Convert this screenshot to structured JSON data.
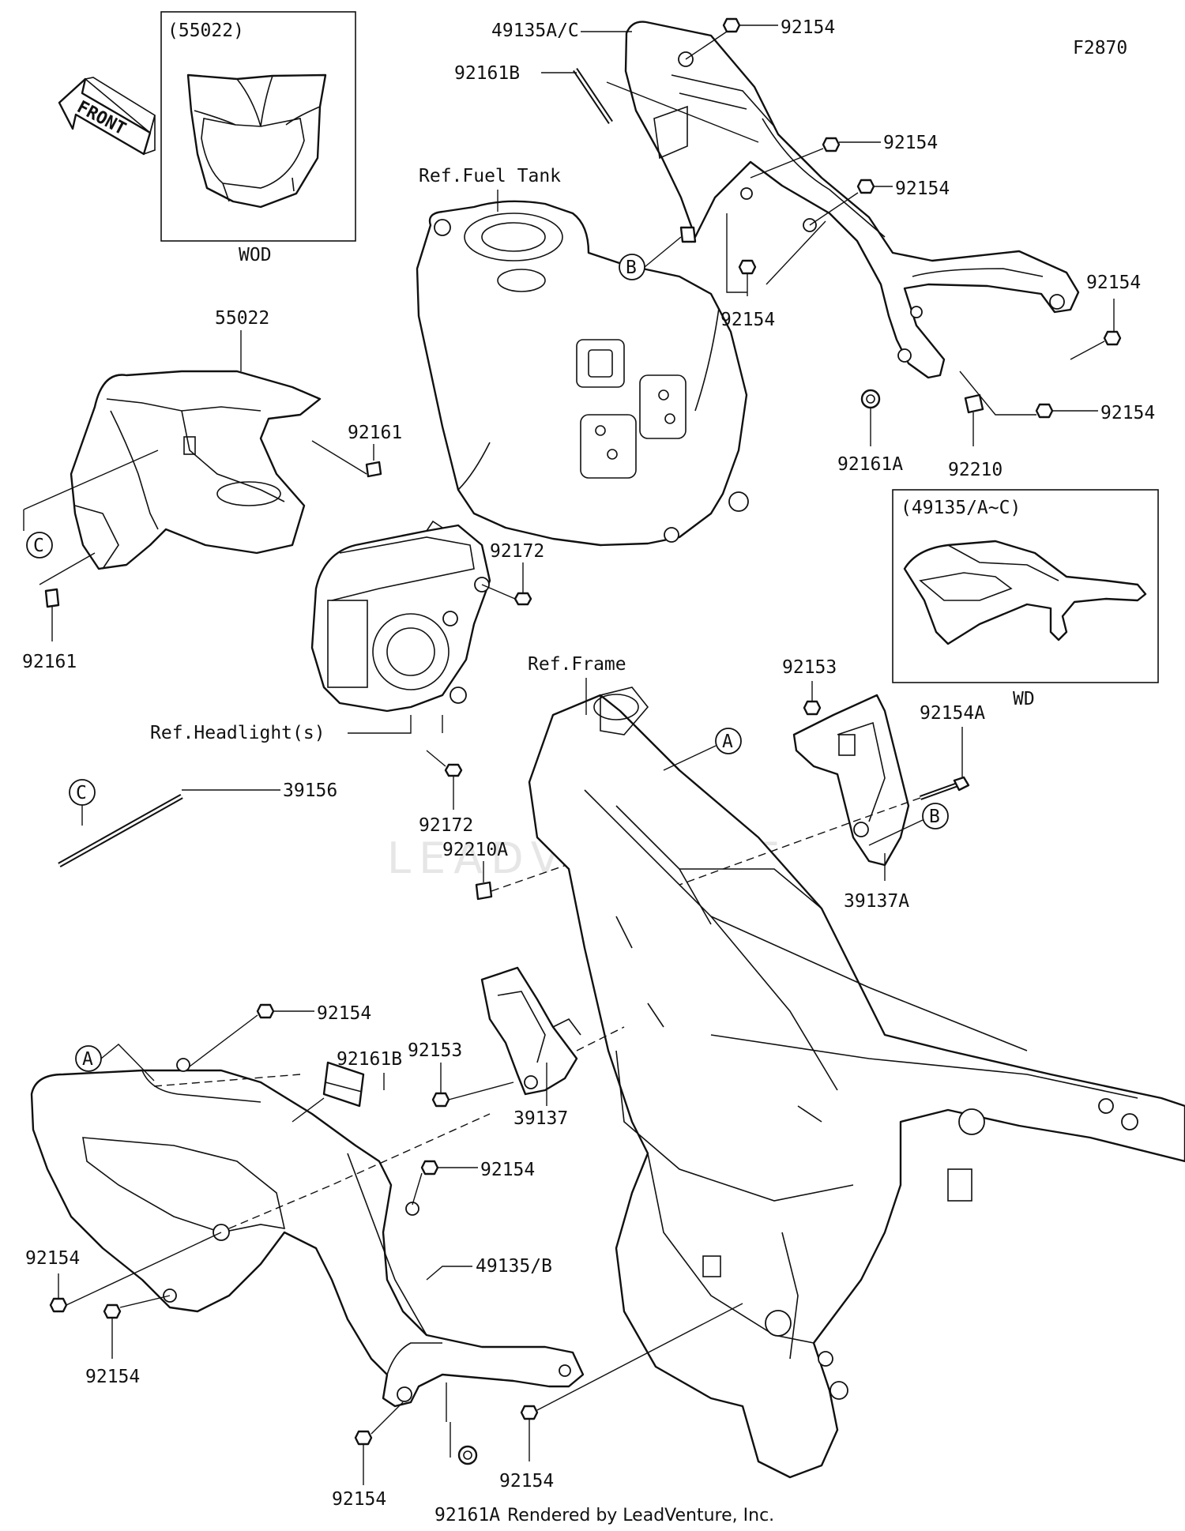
{
  "figure_code": "F2870",
  "watermark": "LEADVENTURE",
  "credit": "Rendered by LeadVenture, Inc.",
  "front_arrow": "FRONT",
  "inset_wod": {
    "title": "(55022)",
    "caption": "WOD"
  },
  "inset_wd": {
    "title": "(49135/A~C)",
    "caption": "WD"
  },
  "refs": {
    "fuel_tank": "Ref.Fuel Tank",
    "frame": "Ref.Frame",
    "headlight": "Ref.Headlight(s)"
  },
  "callouts": {
    "a": "A",
    "b": "B",
    "c": "C"
  },
  "parts": {
    "p49135ac": "49135A/C",
    "p92161b_top": "92161B",
    "p92154_1": "92154",
    "p92154_2": "92154",
    "p92154_3": "92154",
    "p92154_4": "92154",
    "p92154_5": "92154",
    "p92154_6": "92154",
    "p92161a_top": "92161A",
    "p92210": "92210",
    "p55022": "55022",
    "p92161_right": "92161",
    "p92161_left": "92161",
    "p92172_top": "92172",
    "p92172_bottom": "92172",
    "p39156": "39156",
    "p92153_top": "92153",
    "p92154a": "92154A",
    "p39137a": "39137A",
    "p92210a": "92210A",
    "p92154_7": "92154",
    "p92161b_bottom": "92161B",
    "p92153_bottom": "92153",
    "p39137": "39137",
    "p92154_8": "92154",
    "p49135b": "49135/B",
    "p92154_9": "92154",
    "p92154_10": "92154",
    "p92154_11": "92154",
    "p92154_12": "92154",
    "p92161a_bottom": "92161A"
  }
}
